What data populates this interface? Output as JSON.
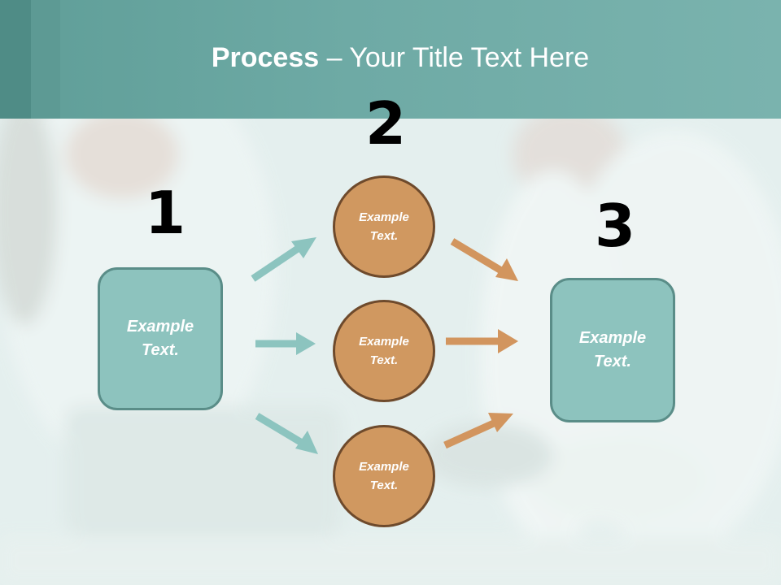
{
  "title": {
    "bold": "Process",
    "rest": " – Your Title Text Here"
  },
  "steps": [
    {
      "number": "1"
    },
    {
      "number": "2"
    },
    {
      "number": "3"
    }
  ],
  "left_box": {
    "text": "Example Text."
  },
  "circles": [
    {
      "text": "Example Text."
    },
    {
      "text": "Example Text."
    },
    {
      "text": "Example Text."
    }
  ],
  "right_box": {
    "text": "Example Text."
  },
  "colors": {
    "header": "#6eaaa5",
    "teal_box": "#8dc3be",
    "teal_arrow": "#8cc4bf",
    "orange_circle": "#d09860",
    "orange_arrow": "#d2955e"
  }
}
